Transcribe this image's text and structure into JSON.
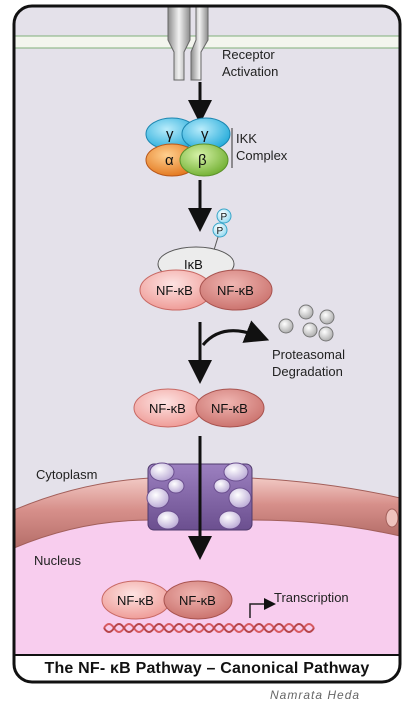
{
  "labels": {
    "receptor_line1": "Receptor",
    "receptor_line2": "Activation",
    "ikk_line1": "IKK",
    "ikk_line2": "Complex",
    "gamma": "γ",
    "alpha": "α",
    "beta": "β",
    "phospho": "P",
    "ikb": "IκB",
    "nfkb": "NF-κB",
    "proteasomal_line1": "Proteasomal",
    "proteasomal_line2": "Degradation",
    "cytoplasm": "Cytoplasm",
    "nucleus": "Nucleus",
    "transcription": "Transcription"
  },
  "title": "The NF- κB Pathway – Canonical Pathway",
  "signature": "Namrata Heda",
  "colors": {
    "cytoplasm": "#e4e1ea",
    "nucleus": "#f8cdee",
    "membrane": "#c98f8c",
    "gamma": "#3fc0e8",
    "alpha": "#f08a2a",
    "beta": "#8fcc45",
    "nfkb_light": "#f6a8a6",
    "nfkb_dark": "#d8807c",
    "ikb": "#e9e9e9",
    "pore": "#7d5fa0",
    "dna": "#d85a60"
  }
}
